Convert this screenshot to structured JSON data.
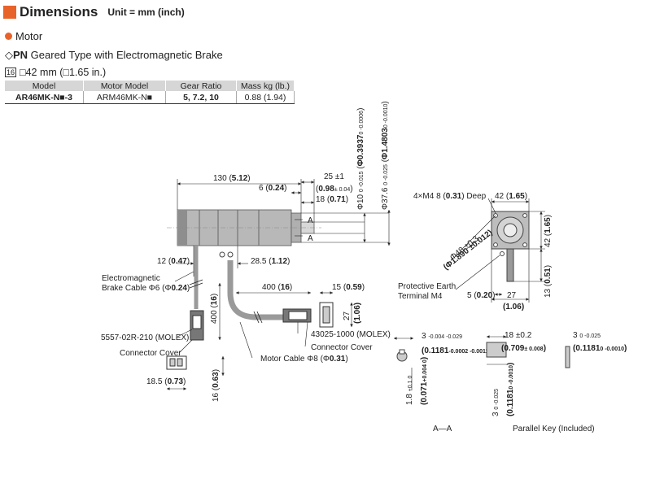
{
  "header": {
    "title": "Dimensions",
    "unit": "Unit = mm (inch)"
  },
  "section": "Motor",
  "subtitle": {
    "prefix": "◇",
    "bold": "PN",
    "rest": " Geared Type with Electromagnetic Brake"
  },
  "frame": {
    "badge": "16",
    "size": "□42 mm (□1.65 in.)"
  },
  "table": {
    "headers": [
      "Model",
      "Motor Model",
      "Gear Ratio",
      "Mass kg (lb.)"
    ],
    "rows": [
      [
        "AR46MK-N■-3",
        "ARM46MK-N■",
        "5, 7.2, 10",
        "0.88 (1.94)"
      ]
    ]
  },
  "labels": {
    "d130": "130 (",
    "d130b": "5.12",
    "d6": "6 (",
    "d6b": "0.24",
    "d25": "25 ±1",
    "d098": "0.98",
    "d098s": "± 0.04",
    "d18": "18 (",
    "d18b": "0.71",
    "phi10": "Φ10 ",
    "phi10tol": "0 -0.015",
    "phi03937": "Φ0.3937",
    "phi03937tol": "0 -0.0006",
    "phi37": "Φ37.6 ",
    "phi37tol": "0 -0.025",
    "phi14803": "Φ1.4803",
    "phi14803tol": "0 -0.0010",
    "A": "A",
    "d12": "12 (",
    "d12b": "0.47",
    "d285": "28.5 (",
    "d285b": "1.12",
    "brake1": "Electromagnetic",
    "brake2": "Brake Cable Φ6 (Φ",
    "brake2b": "0.24",
    "d400v": "400 (",
    "d400vb": "16",
    "d400h": "400 (",
    "d400hb": "16",
    "d15": "15 (",
    "d15b": "0.59",
    "d27v": "27",
    "d106v": "1.06",
    "molex1": "5557-02R-210 (MOLEX)",
    "cover1": "Connector Cover",
    "molex2": "43025-1000 (MOLEX)",
    "cover2": "Connector Cover",
    "motorcable": "Motor Cable Φ8 (Φ",
    "motorcableb": "0.31",
    "d185": "18.5 (",
    "d185b": "0.73",
    "d16": "16 (",
    "d16b": "0.63",
    "m4": "4×M4 8 (",
    "m4b": "0.31",
    "m4c": ") Deep",
    "d42h": "42 (",
    "d42hb": "1.65",
    "d42v": "42 (",
    "d42vb": "1.65",
    "phi48": "Φ48 ±0.3",
    "phi189": "Φ1.890 ±0.012",
    "d13": "13 (",
    "d13b": "0.51",
    "pe1": "Protective Earth",
    "pe2": "Terminal M4",
    "d5": "5 (",
    "d5b": "0.20",
    "d27": "27",
    "d106": "1.06",
    "aa3": "3 ",
    "aa3tol": "-0.004 -0.029",
    "aa01181": "0.1181",
    "aa01181tol": "-0.0002 -0.0011",
    "aa18": "1.8 ",
    "aa18tol": "+0.1 0",
    "aa0071": "0.071",
    "aa0071tol": "+0.004 0",
    "pk18": "18 ±0.2",
    "pk0709": "0.709",
    "pk0709s": "± 0.008",
    "pk3": "3 ",
    "pk3tol": "0 -0.025",
    "pk01181": "0.1181",
    "pk01181tol": "0 -0.0010",
    "pk3v": "3 ",
    "pk3vtol": "0 -0.025",
    "pk01181v": "0.1181",
    "pk01181vtol": "0 -0.0010",
    "captionAA": "A—A",
    "captionPK": "Parallel Key (Included)"
  },
  "colors": {
    "accent": "#e8632a",
    "motor": "#b8b8b8",
    "motorDark": "#8e8e8e",
    "cable": "#9a9a9a"
  }
}
